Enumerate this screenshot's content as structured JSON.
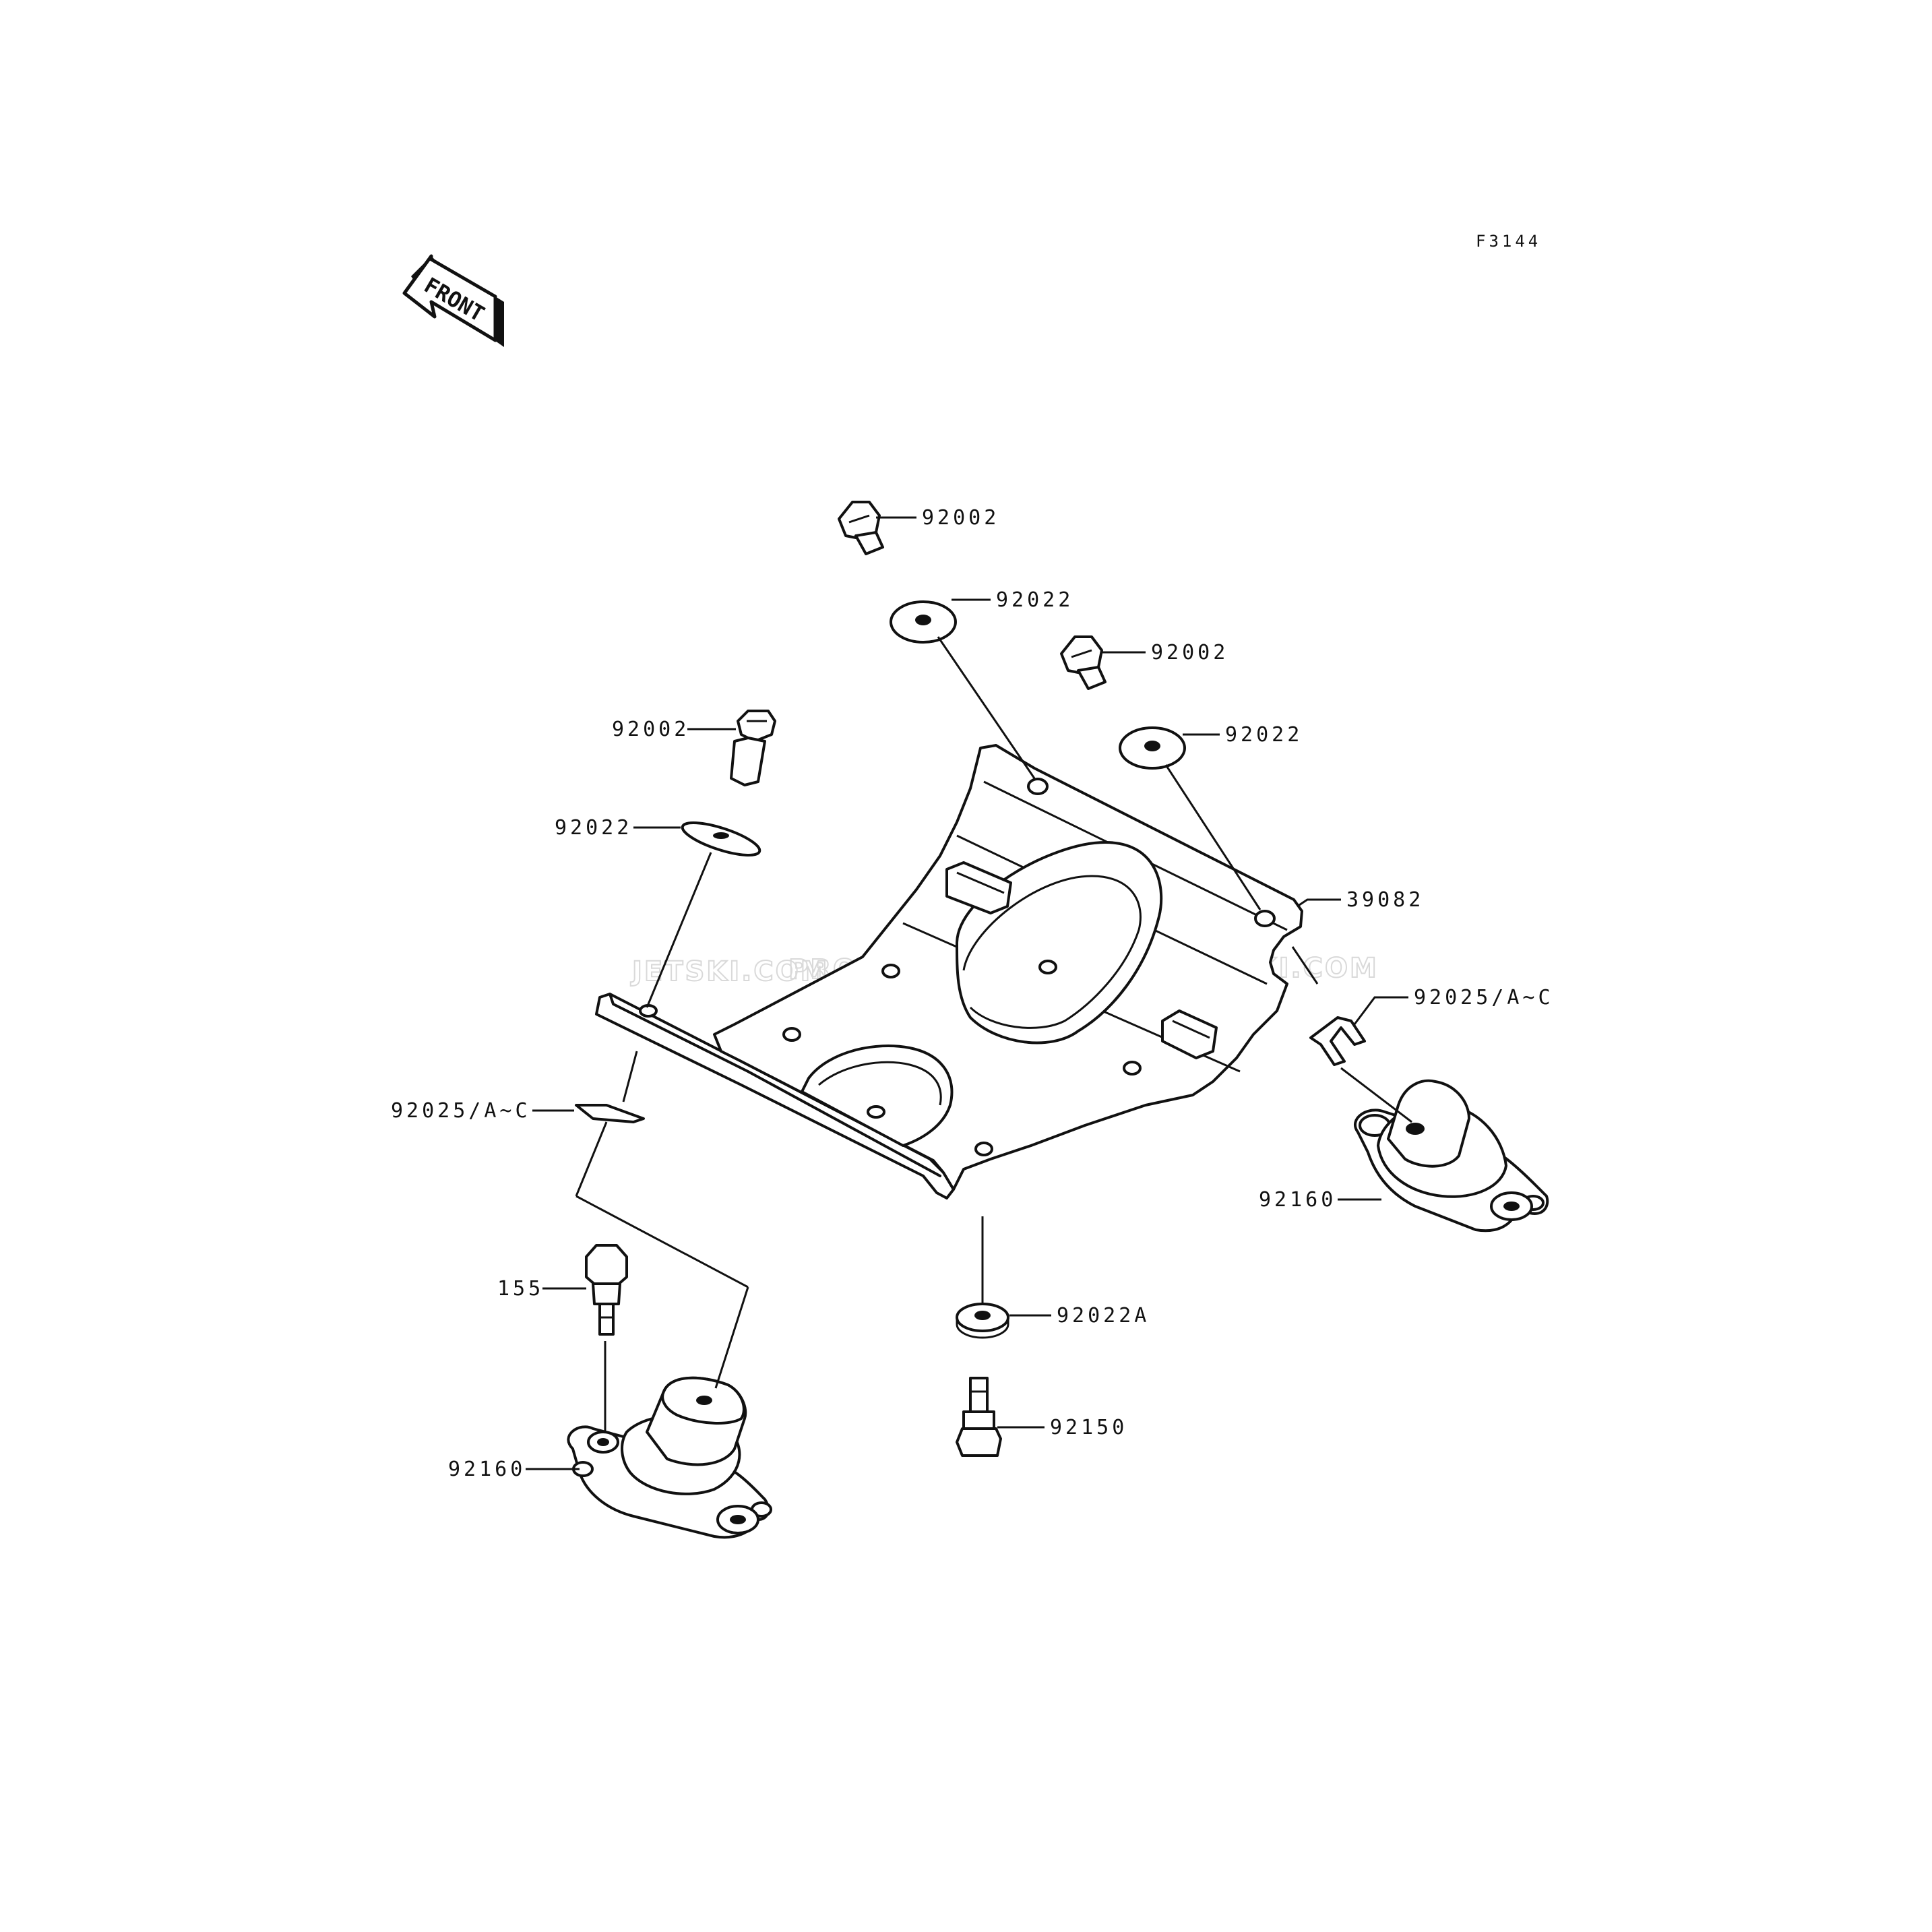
{
  "diagram": {
    "figure_code": "F3144",
    "front_arrow": "FRONT",
    "watermark": [
      "JETSKI.COM",
      "PROMO-JETSKI.COM",
      "PROMO-JETSKI.COM"
    ],
    "callouts": {
      "bolt_top": "92002",
      "washer_top": "92022",
      "bolt_upper_right": "92002",
      "washer_upper_right": "92022",
      "bolt_left": "92002",
      "washer_left": "92022",
      "bed_plate": "39082",
      "shim_right": "92025/A~C",
      "shim_left": "92025/A~C",
      "mount_right": "92160",
      "bolt_155": "155",
      "mount_left": "92160",
      "washer_bottom": "92022A",
      "stud": "92150"
    }
  }
}
